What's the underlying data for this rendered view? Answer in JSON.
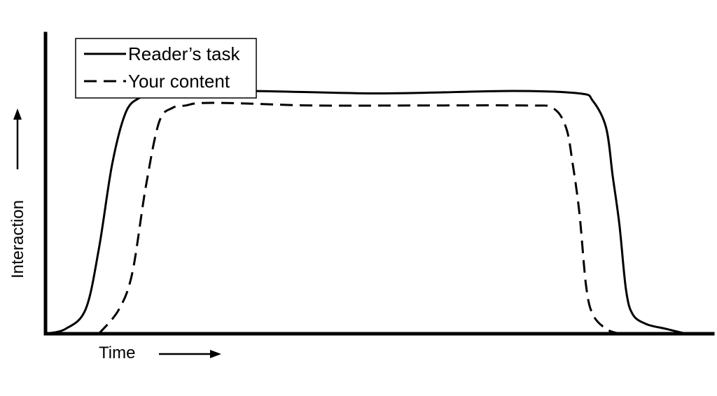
{
  "chart_data": {
    "type": "line",
    "title": "",
    "xlabel": "Time",
    "ylabel": "Interaction",
    "axis_ticks": "none",
    "grid": false,
    "legend_position": "top-left",
    "xlim": [
      0,
      100
    ],
    "ylim": [
      0,
      100
    ],
    "series": [
      {
        "name": "Reader’s task",
        "style": "solid",
        "x": [
          0,
          3,
          6,
          8,
          10,
          12,
          14,
          16,
          20,
          30,
          50,
          70,
          80,
          82,
          84,
          85,
          86,
          87,
          88,
          90,
          93,
          96
        ],
        "y": [
          0,
          2,
          10,
          35,
          70,
          91,
          97,
          98,
          99,
          100,
          99,
          100,
          99,
          96,
          85,
          65,
          45,
          18,
          8,
          4,
          2,
          0
        ]
      },
      {
        "name": "Your content",
        "style": "dashed",
        "x": [
          8,
          11,
          13,
          15,
          17,
          19,
          21,
          23,
          28,
          40,
          55,
          72,
          76,
          78,
          79,
          80,
          81,
          82,
          84,
          86
        ],
        "y": [
          0,
          10,
          25,
          60,
          87,
          93,
          94,
          95,
          95,
          94,
          94,
          94,
          93,
          85,
          70,
          50,
          20,
          8,
          2,
          0
        ]
      }
    ]
  }
}
